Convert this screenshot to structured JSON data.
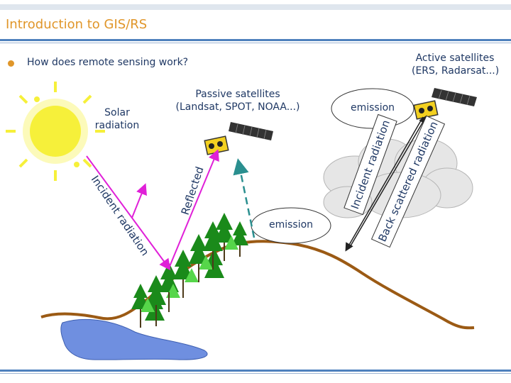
{
  "slide": {
    "title": "Introduction to GIS/RS",
    "bullet": "How does remote sensing work?"
  },
  "labels": {
    "active_satellites": "Active satellites",
    "active_examples": "(ERS, Radarsat...)",
    "passive_satellites": "Passive satellites",
    "passive_examples": "(Landsat, SPOT, NOAA...)",
    "solar": "Solar",
    "radiation": "radiation",
    "emission_top": "emission",
    "emission_bottom": "emission",
    "reflected": "Reflected",
    "incident_radiation_left": "Incident radiation",
    "incident_radiation_right": "Incident radiation",
    "back_scattered": "Back scattered radiation"
  },
  "colors": {
    "title": "#e0962a",
    "text": "#1f3864",
    "rule": "#4f81bd",
    "magenta": "#e020d8",
    "teal": "#2a8f8f",
    "ground": "#9b5a14",
    "sun": "#f6f03a",
    "water": "#6f8fe0"
  }
}
